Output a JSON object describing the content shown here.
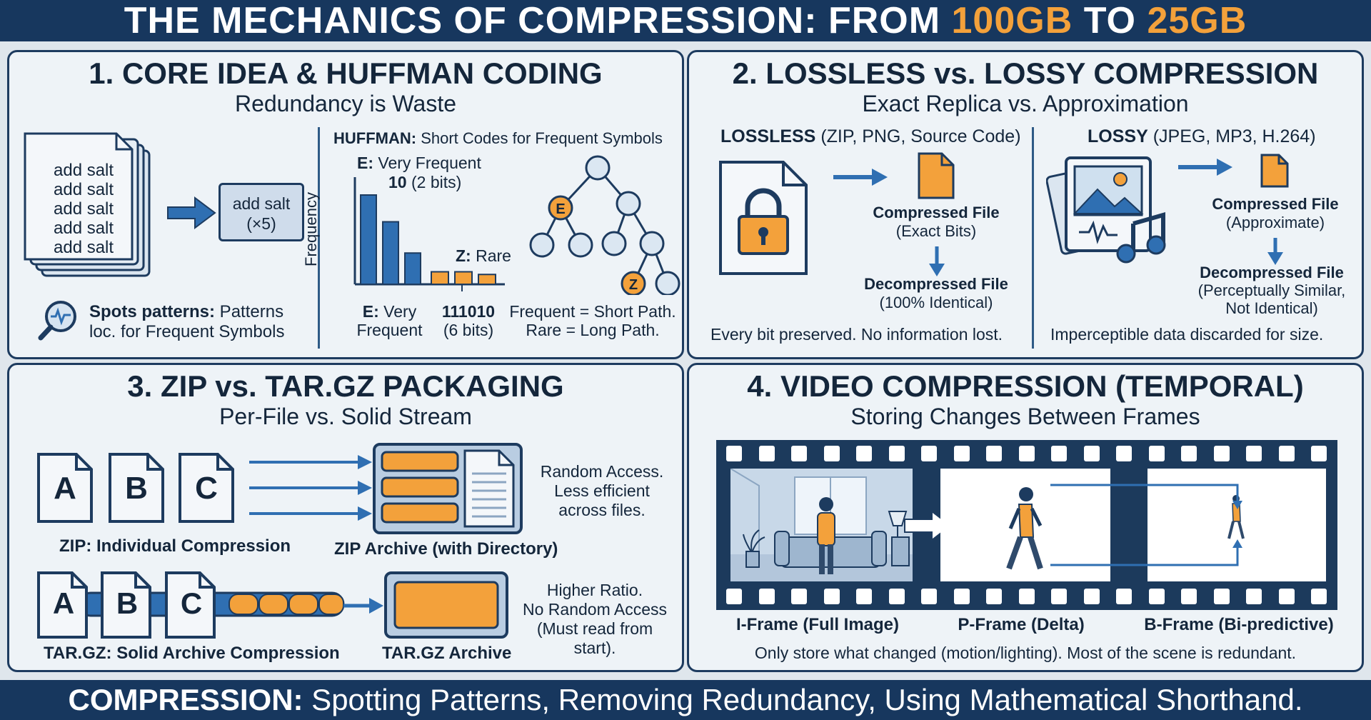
{
  "header": {
    "title_prefix": "THE MECHANICS OF COMPRESSION: FROM ",
    "from_size": "100GB",
    "to_word": " TO ",
    "to_size": "25GB"
  },
  "panel1": {
    "title": "1. CORE IDEA & HUFFMAN CODING",
    "subtitle": "Redundancy is Waste",
    "doc_lines": [
      "add salt",
      "add salt",
      "add salt",
      "add salt",
      "add salt"
    ],
    "compact_label": "add salt\n(×5)",
    "spots_bold": "Spots patterns:",
    "spots_rest": " Patterns",
    "spots_line2": "loc. for Frequent Symbols",
    "huffman_bold": "HUFFMAN:",
    "huffman_rest": " Short Codes for Frequent Symbols",
    "chart_ylabel": "Frequency",
    "e_bold": "E:",
    "e_rest": " Very Frequent",
    "e_code": "10",
    "e_bits": " (2 bits)",
    "z_bold": "Z:",
    "z_rest": " Rare",
    "e_axis_bold": "E:",
    "e_axis_rest": " Very",
    "e_axis_line2": "Frequent",
    "z_code": "111010",
    "z_bits": "(6 bits)",
    "tree_note_1": "Frequent = Short Path.",
    "tree_note_2": "Rare = Long Path.",
    "node_e": "E",
    "node_z": "Z"
  },
  "chart_data": {
    "type": "bar",
    "ylabel": "Frequency",
    "series": [
      {
        "color": "#2f6fb2",
        "values": [
          10,
          7,
          3.5
        ]
      },
      {
        "color": "#f3a13b",
        "values": [
          1.4,
          1.4,
          1.1
        ]
      }
    ]
  },
  "panel2": {
    "title": "2. LOSSLESS vs. LOSSY COMPRESSION",
    "subtitle": "Exact Replica vs. Approximation",
    "lossless_bold": "LOSSLESS",
    "lossless_rest": " (ZIP, PNG, Source Code)",
    "lossless_compressed": "Compressed File",
    "lossless_compressed_sub": "(Exact Bits)",
    "lossless_decompressed": "Decompressed File",
    "lossless_decompressed_sub": "(100% Identical)",
    "lossless_note": "Every bit preserved. No information lost.",
    "lossy_bold": "LOSSY",
    "lossy_rest": " (JPEG, MP3, H.264)",
    "lossy_compressed": "Compressed File",
    "lossy_compressed_sub": "(Approximate)",
    "lossy_decompressed": "Decompressed File",
    "lossy_decompressed_sub1": "(Perceptually Similar,",
    "lossy_decompressed_sub2": "Not Identical)",
    "lossy_note": "Imperceptible data discarded for size."
  },
  "panel3": {
    "title": "3. ZIP vs. TAR.GZ PACKAGING",
    "subtitle": "Per-File vs. Solid Stream",
    "letters": [
      "A",
      "B",
      "C"
    ],
    "zip_label": "ZIP: Individual Compression",
    "zip_archive": "ZIP Archive (with Directory)",
    "zip_note": [
      "Random Access.",
      "Less efficient",
      "across files."
    ],
    "tar_label": "TAR.GZ: Solid Archive Compression",
    "tar_archive": "TAR.GZ Archive",
    "tar_note": [
      "Higher Ratio.",
      "No Random Access",
      "(Must read from",
      "start)."
    ]
  },
  "panel4": {
    "title": "4. VIDEO COMPRESSION (TEMPORAL)",
    "subtitle": "Storing Changes Between Frames",
    "iframe": "I-Frame (Full Image)",
    "pframe": "P-Frame (Delta)",
    "bframe": "B-Frame (Bi-predictive)",
    "note": "Only store what changed (motion/lighting). Most of the scene is redundant."
  },
  "footer": {
    "bold": "COMPRESSION:",
    "rest": " Spotting Patterns, Removing Redundancy, Using Mathematical Shorthand."
  },
  "colors": {
    "navy": "#17375e",
    "blue": "#2f6fb2",
    "orange": "#f3a13b",
    "panel_bg": "#eef3f7"
  }
}
